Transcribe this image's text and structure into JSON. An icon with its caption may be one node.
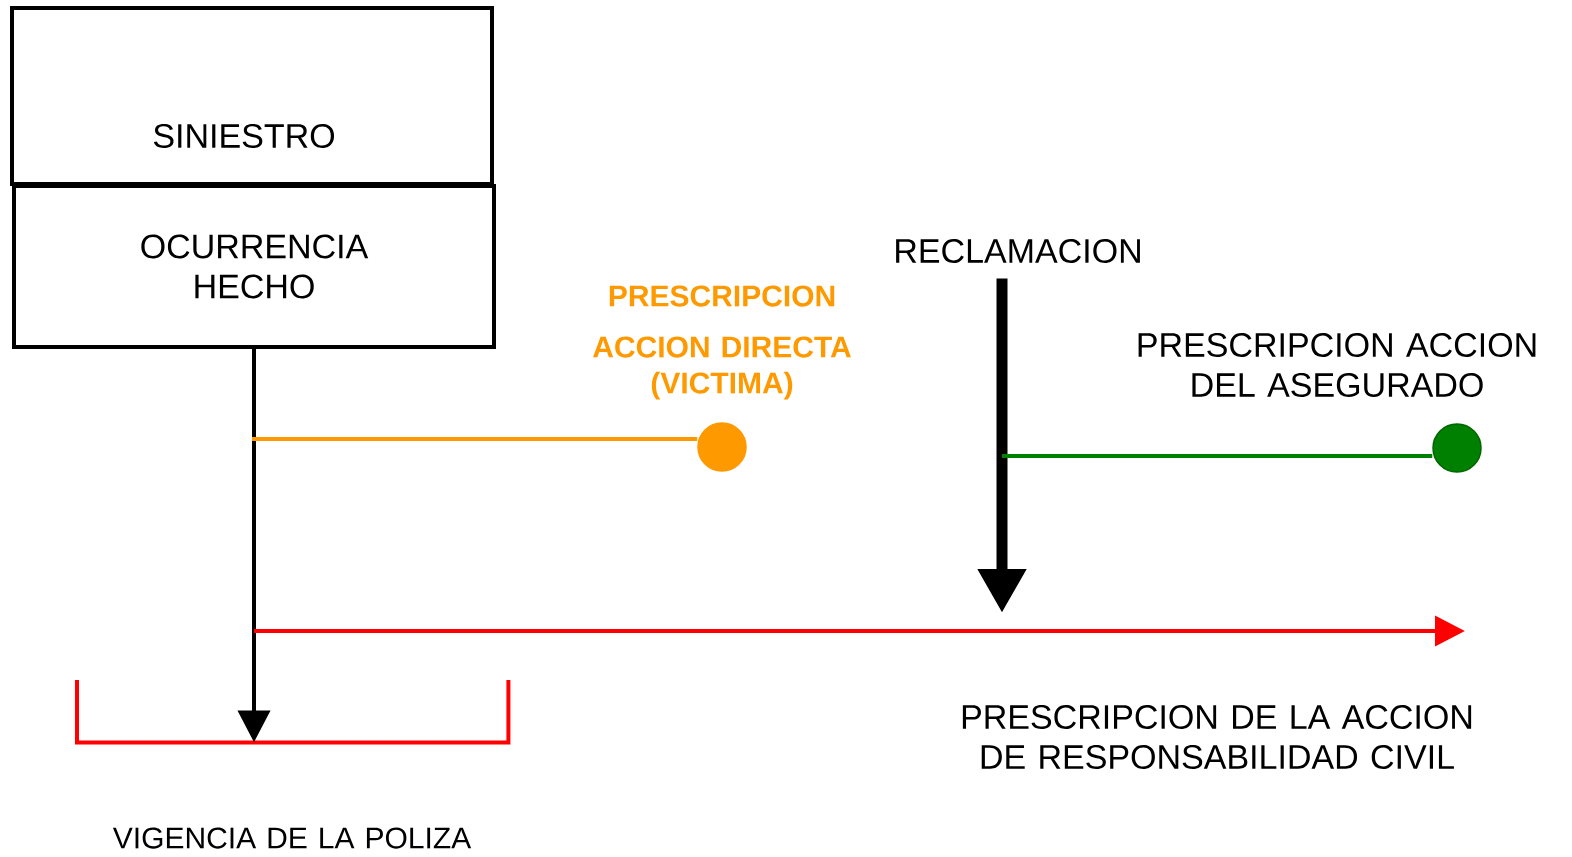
{
  "diagram": {
    "nodes": [
      {
        "text": [
          "SINIESTRO"
        ]
      },
      {
        "text": [
          "OCURRENCIA HECHO"
        ]
      },
      {
        "text": [
          "RECLAMACION"
        ]
      },
      {
        "text": [],
        "shape": "circle",
        "beside": [
          "PRESCRIPCION",
          "ACCION DIRECTA (VICTIMA)"
        ]
      },
      {
        "text": [],
        "shape": "circle",
        "beside": [
          "PRESCRIPCION ACCION DEL ASEGURADO"
        ]
      },
      {
        "text": [],
        "shape": "bar",
        "beside": [
          "VIGENCIA DE LA POLIZA"
        ]
      }
    ],
    "edges": [
      {
        "from": 1,
        "to": 5,
        "arrow": "to"
      },
      {
        "from": null,
        "to": 3,
        "arrow": "none",
        "color": "#ff9900"
      },
      {
        "from": 2,
        "to": null,
        "arrow": "to",
        "style": "thick"
      },
      {
        "from": null,
        "to": 4,
        "arrow": "none",
        "color": "#008000"
      }
    ],
    "labels": [
      "PRESCRIPCION DE LA ACCION DE RESPONSABILIDAD CIVIL"
    ]
  }
}
